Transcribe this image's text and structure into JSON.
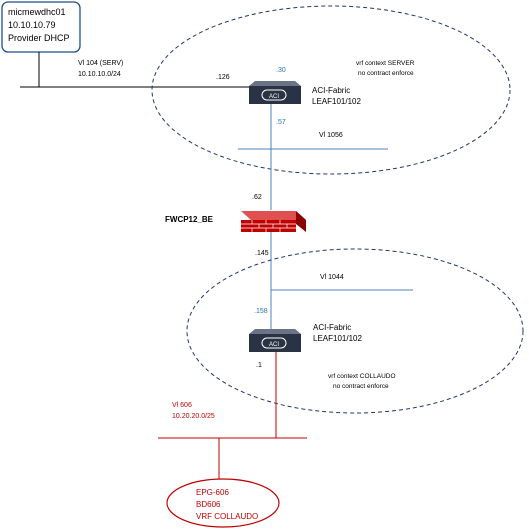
{
  "server_box": {
    "hostname": "micmewdhc01",
    "ip": "10.10.10.79",
    "role": "Provider DHCP"
  },
  "vlan_serv": {
    "name": "Vl 104 (SERV)",
    "subnet": "10.10.10.0/24"
  },
  "top_cloud": {
    "vrf_line1": "vrf context SERVER",
    "vrf_line2": "no contract enforce",
    "ip_126": ".126",
    "ip_30": ".30",
    "ip_57": ".57",
    "vlan_1056": "Vl 1056"
  },
  "leaf_top": {
    "label1": "ACI-Fabric",
    "label2": "LEAF101/102",
    "badge": "ACI"
  },
  "firewall": {
    "name": "FWCP12_BE",
    "ip_62": ".62",
    "ip_145": ".145"
  },
  "bottom_cloud": {
    "vlan_1044": "Vl 1044",
    "ip_158": ".158",
    "vrf_line1": "vrf context COLLAUDO",
    "vrf_line2": "no contract enforce",
    "ip_1": ".1"
  },
  "leaf_bottom": {
    "label1": "ACI-Fabric",
    "label2": "LEAF101/102",
    "badge": "ACI"
  },
  "vlan_606": {
    "name": "Vl 606",
    "subnet": "10.20.20.0/25"
  },
  "epg": {
    "line1": "EPG-606",
    "line2": "BD606",
    "line3": "VRF COLLAUDO"
  },
  "colors": {
    "line": "#000000",
    "link_blue": "#4f81bd",
    "cloud_border": "#1f3864",
    "ip_blue": "#2e75b6",
    "red": "#c00000",
    "server_border": "#1f4e8c",
    "switch_body": "#2a3344"
  }
}
